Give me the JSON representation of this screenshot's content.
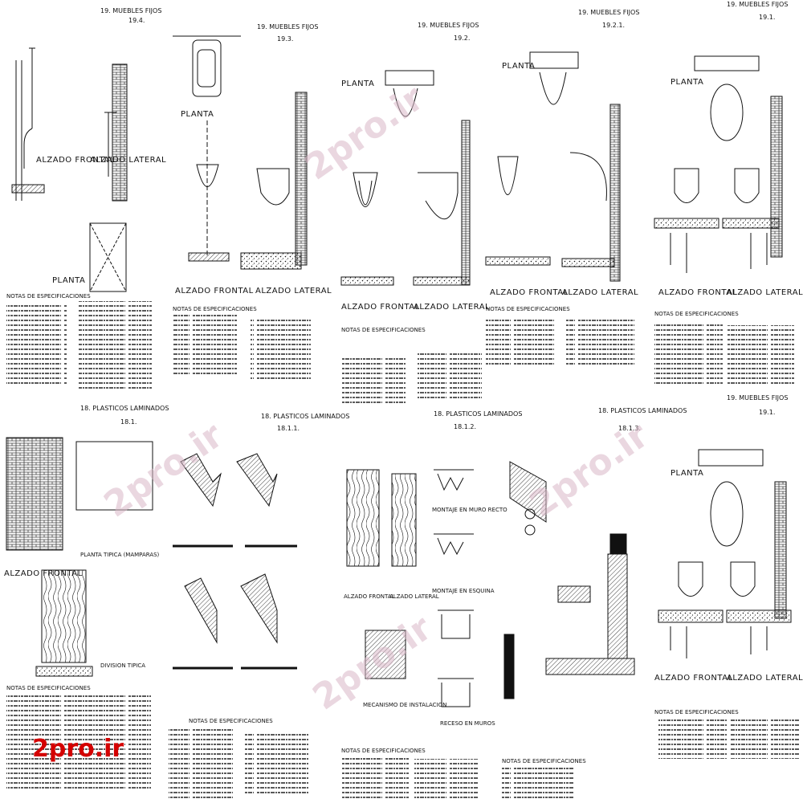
{
  "sheets": [
    {
      "id": "p1",
      "title": "19. MUEBLES FIJOS",
      "ref": "19.4.",
      "views": [
        "ALZADO FRONTAL",
        "ALZADO LATERAL",
        "PLANTA"
      ],
      "notes": "NOTAS DE ESPECIFICACIONES"
    },
    {
      "id": "p2",
      "title": "19. MUEBLES FIJOS",
      "ref": "19.3.",
      "views": [
        "PLANTA",
        "ALZADO FRONTAL",
        "ALZADO LATERAL"
      ],
      "notes": "NOTAS DE ESPECIFICACIONES"
    },
    {
      "id": "p3",
      "title": "19. MUEBLES FIJOS",
      "ref": "19.2.",
      "views": [
        "PLANTA",
        "ALZADO FRONTAL",
        "ALZADO LATERAL"
      ],
      "notes": "NOTAS DE ESPECIFICACIONES"
    },
    {
      "id": "p4",
      "title": "19. MUEBLES FIJOS",
      "ref": "19.2.1.",
      "views": [
        "PLANTA",
        "ALZADO FRONTAL",
        "ALZADO LATERAL"
      ],
      "notes": "NOTAS DE ESPECIFICACIONES"
    },
    {
      "id": "p5",
      "title": "19. MUEBLES FIJOS",
      "ref": "19.1.",
      "views": [
        "PLANTA",
        "ALZADO FRONTAL",
        "ALZADO LATERAL"
      ],
      "notes": "NOTAS DE ESPECIFICACIONES"
    },
    {
      "id": "p6",
      "title": "18. PLASTICOS LAMINADOS",
      "ref": "18.1.",
      "views": [
        "PLANTA TIPICA (MAMPARAS)",
        "ALZADO FRONTAL",
        "DIVISION TIPICA"
      ],
      "notes": "NOTAS DE ESPECIFICACIONES"
    },
    {
      "id": "p7",
      "title": "18. PLASTICOS LAMINADOS",
      "ref": "18.1.1.",
      "views": [],
      "notes": "NOTAS DE ESPECIFICACIONES"
    },
    {
      "id": "p8",
      "title": "18. PLASTICOS LAMINADOS",
      "ref": "18.1.2.",
      "views": [
        "ALZADO FRONTAL",
        "ALZADO LATERAL",
        "MONTAJE EN MURO RECTO",
        "MONTAJE EN ESQUINA",
        "MECANISMO DE INSTALACION",
        "RECESO EN MUROS"
      ],
      "notes": "NOTAS DE ESPECIFICACIONES"
    },
    {
      "id": "p9",
      "title": "18. PLASTICOS LAMINADOS",
      "ref": "18.1.3.",
      "views": [],
      "notes": "NOTAS DE ESPECIFICACIONES"
    },
    {
      "id": "p10",
      "title": "19. MUEBLES FIJOS",
      "ref": "19.1.",
      "views": [
        "PLANTA",
        "ALZADO FRONTAL",
        "ALZADO LATERAL"
      ],
      "notes": "NOTAS DE ESPECIFICACIONES"
    }
  ],
  "watermark": "2pro.ir",
  "logo": {
    "text": "2pro.ir",
    "accent": "#d40000"
  }
}
